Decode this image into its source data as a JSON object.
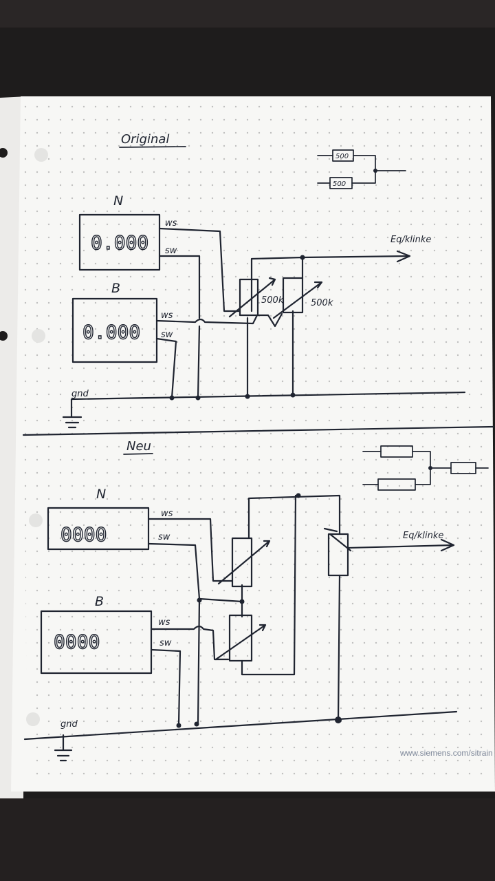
{
  "colors": {
    "background": "#1e1c1c",
    "paper": "#f7f7f5",
    "ink": "#1f2430",
    "dot_grid": "#b9b9b9",
    "footer": "#7d8799"
  },
  "original": {
    "title": "Original",
    "pickup_n": {
      "label": "N",
      "display": "0.000",
      "wire_1": "ws",
      "wire_2": "sw"
    },
    "pickup_b": {
      "label": "B",
      "display": "0.000",
      "wire_1": "ws",
      "wire_2": "sw"
    },
    "pot_1": "500k",
    "pot_2": "500k",
    "output": "Eq/klinke",
    "ground": "gnd",
    "inset_r1": "500",
    "inset_r2": "500"
  },
  "neu": {
    "title": "Neu",
    "pickup_n": {
      "label": "N",
      "display": "0000",
      "wire_1": "ws",
      "wire_2": "sw"
    },
    "pickup_b": {
      "label": "B",
      "display": "0000",
      "wire_1": "ws",
      "wire_2": "sw"
    },
    "output": "Eq/klinke",
    "ground": "gnd"
  },
  "footer_url": "www.siemens.com/sitrain"
}
